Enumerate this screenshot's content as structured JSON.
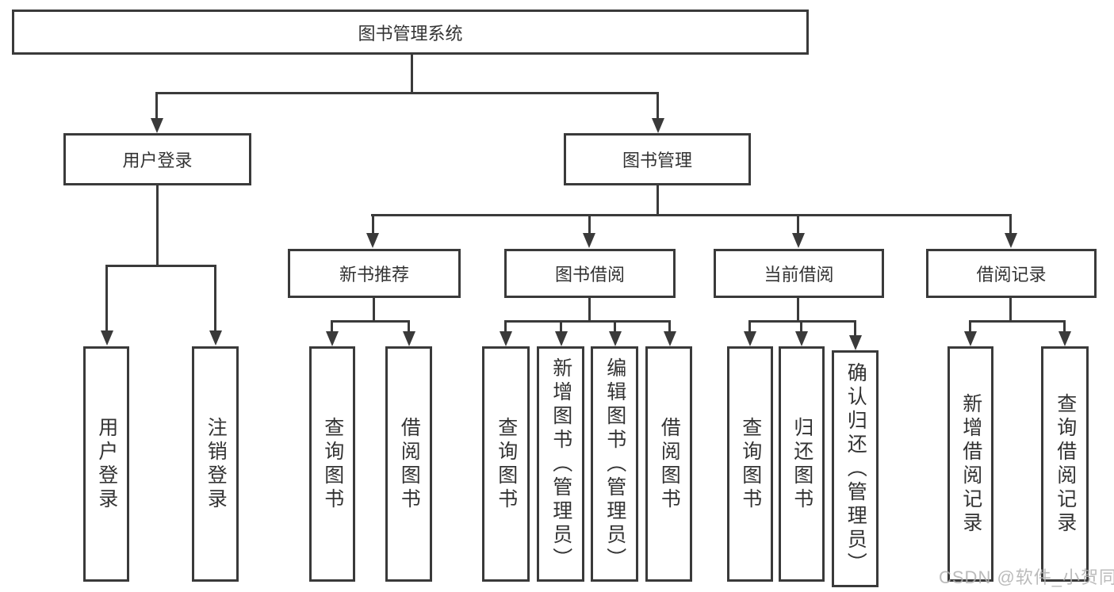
{
  "diagram": {
    "root": "图书管理系统",
    "level1": [
      "用户登录",
      "图书管理"
    ],
    "level2": [
      "新书推荐",
      "图书借阅",
      "当前借阅",
      "借阅记录"
    ],
    "leaves": {
      "login": [
        "用户登录",
        "注销登录"
      ],
      "new_books": [
        "查询图书",
        "借阅图书"
      ],
      "borrow": [
        "查询图书",
        "新增图书（管理员）",
        "编辑图书（管理员）",
        "借阅图书"
      ],
      "current": [
        "查询图书",
        "归还图书",
        "确认归还（管理员）"
      ],
      "records": [
        "新增借阅记录",
        "查询借阅记录"
      ]
    },
    "watermark": "CSDN @软件_小贺同学",
    "colors": {
      "line": "#3a3a3a",
      "text": "#333333",
      "watermark": "#b0b0b0",
      "background": "#ffffff"
    }
  }
}
